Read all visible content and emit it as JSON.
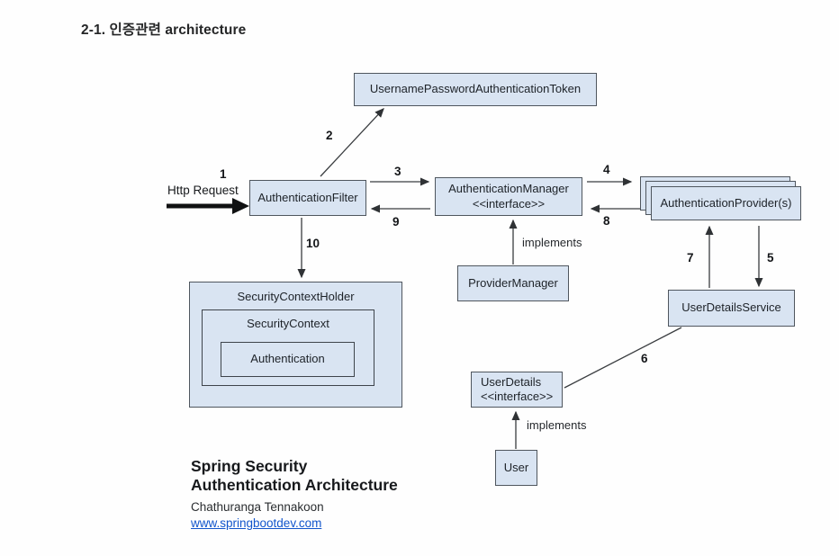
{
  "page": {
    "title": "2-1. 인증관련 architecture"
  },
  "diagram": {
    "colors": {
      "box_fill": "#d9e4f2",
      "box_border": "#4f565e",
      "arrow": "#3a3d40",
      "link_blue": "#1155cc"
    },
    "http_request_label": "Http Request",
    "boxes": {
      "token": "UsernamePasswordAuthenticationToken",
      "filter": "AuthenticationFilter",
      "manager_line1": "AuthenticationManager",
      "manager_line2": "<<interface>>",
      "providers": "AuthenticationProvider(s)",
      "provider_manager": "ProviderManager",
      "user_details_service": "UserDetailsService",
      "security_context_holder": "SecurityContextHolder",
      "security_context": "SecurityContext",
      "authentication": "Authentication",
      "user_details_line1": "UserDetails",
      "user_details_line2": "<<interface>>",
      "user": "User"
    },
    "labels": {
      "implements_manager": "implements",
      "implements_userdetails": "implements"
    },
    "steps": [
      "1",
      "2",
      "3",
      "4",
      "5",
      "6",
      "7",
      "8",
      "9",
      "10"
    ]
  },
  "footer": {
    "title_line1": "Spring Security",
    "title_line2": "Authentication Architecture",
    "author": "Chathuranga Tennakoon",
    "link": "www.springbootdev.com"
  }
}
